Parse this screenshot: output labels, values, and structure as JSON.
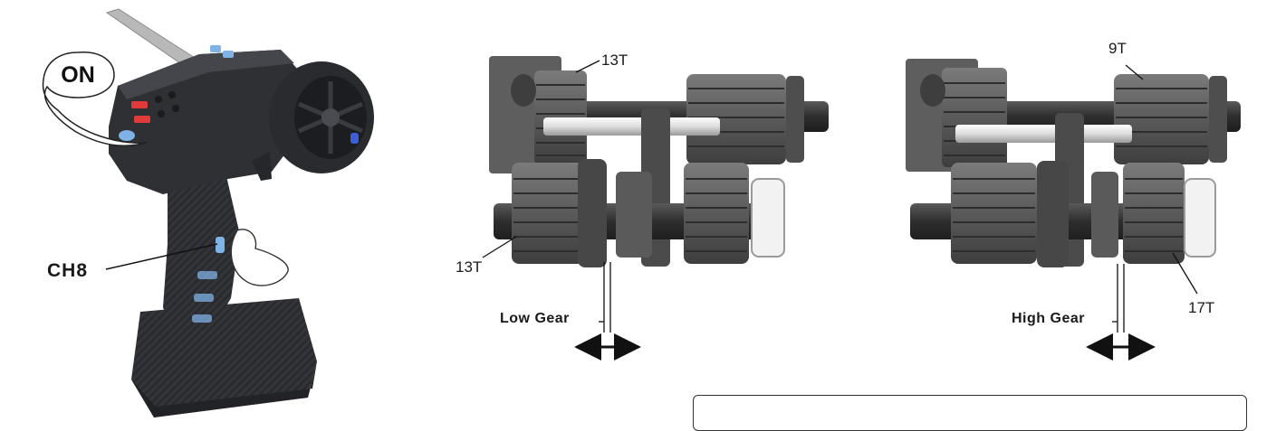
{
  "callouts": {
    "on": "ON",
    "ch8": "CH8"
  },
  "low_gear_panel": {
    "top_gear": "13T",
    "bottom_gear": "13T",
    "mode": "Low Gear"
  },
  "high_gear_panel": {
    "top_gear": "9T",
    "bottom_gear": "17T",
    "mode": "High Gear"
  },
  "note_box": {
    "text": ""
  },
  "colors": {
    "gear_dark": "#3a3a3a",
    "gear_mid": "#6e6e6e",
    "gear_light": "#a8a8a8",
    "shaft_white": "#e6e6e6",
    "transmitter_body": "#2f3033",
    "led_red": "#e23a3a",
    "button_blue": "#7fb2e5"
  }
}
